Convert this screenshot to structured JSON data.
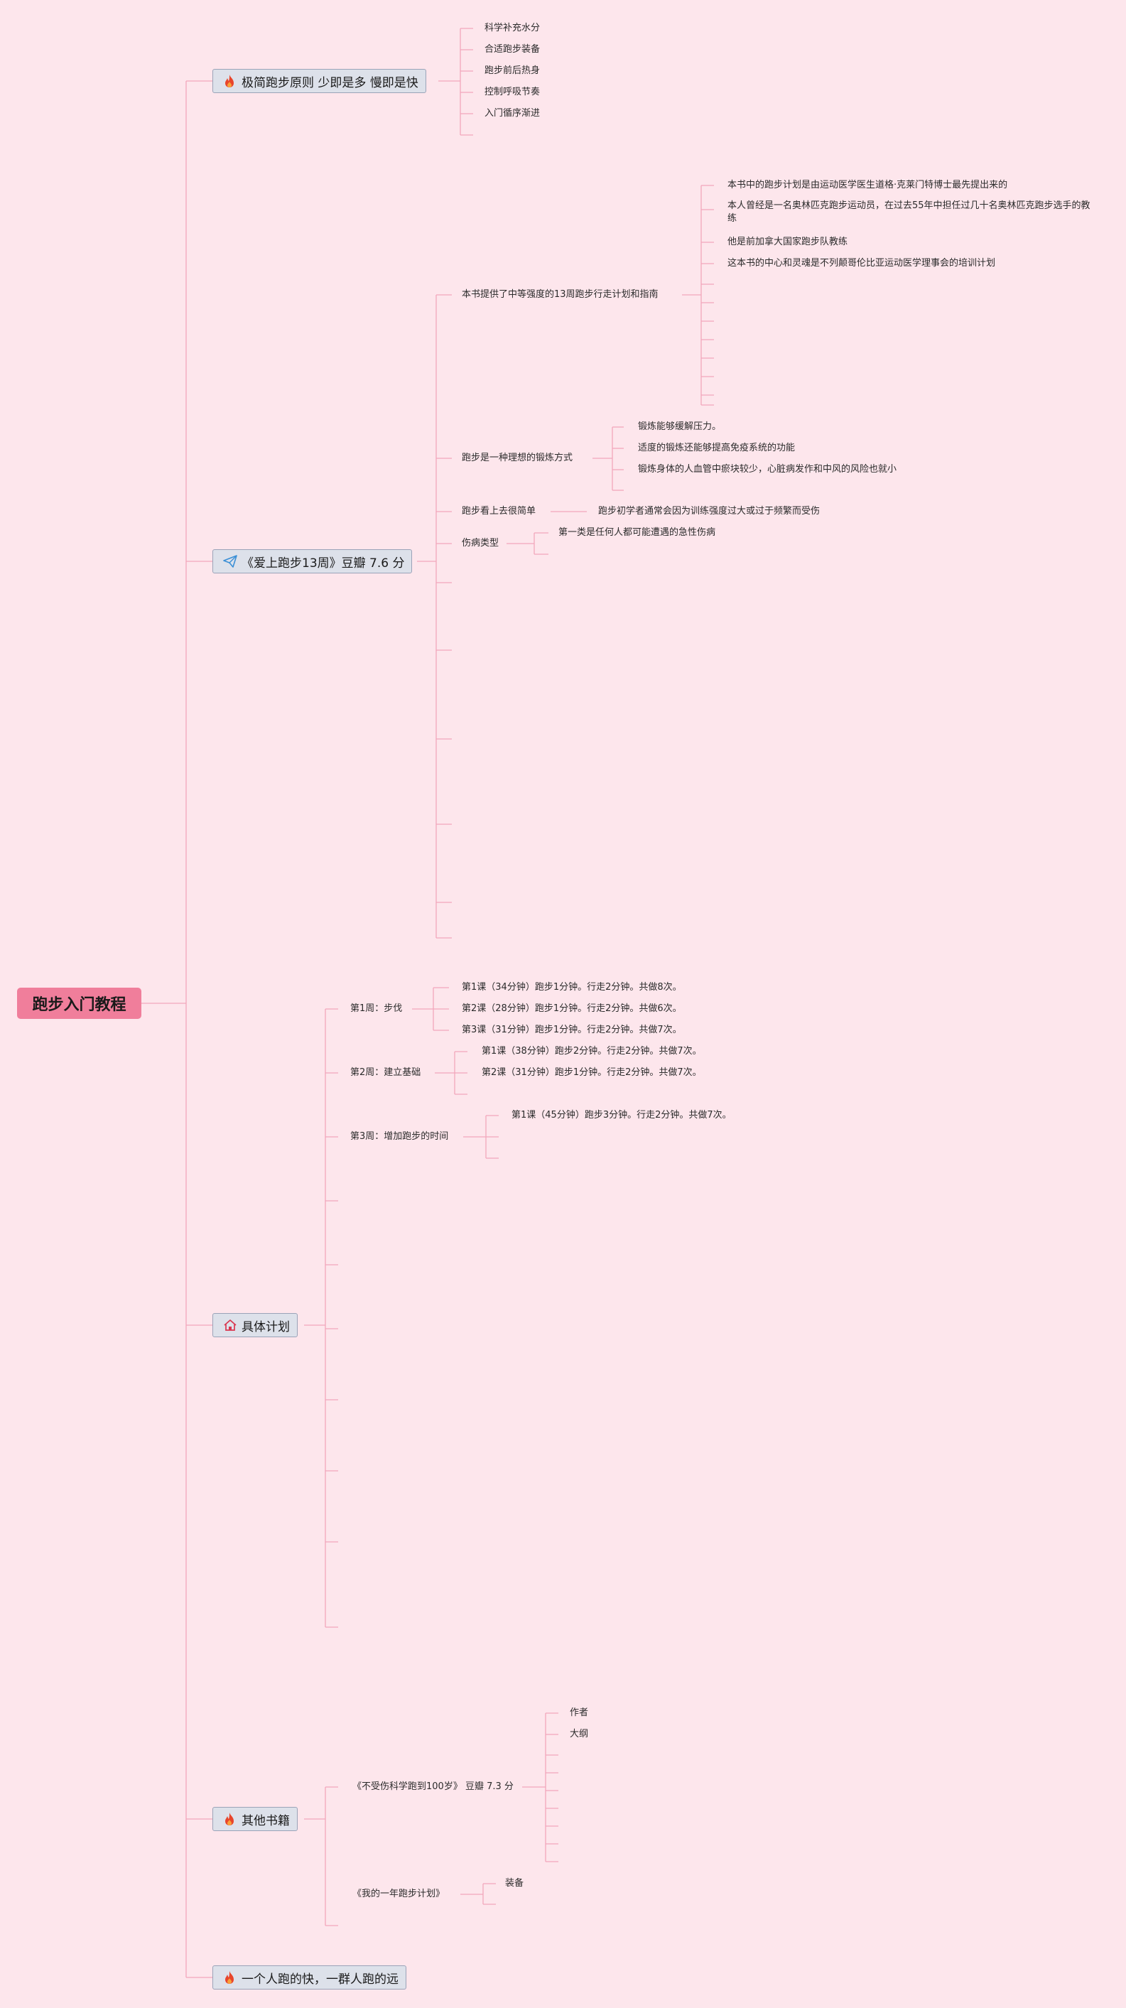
{
  "root": "跑步入门教程",
  "colors": {
    "background": "#fde6ec",
    "root": "#f07e9b",
    "line": "#f2a7bb",
    "topic_bg": "#dde1ea",
    "topic_border": "#9aa3b8"
  },
  "topics": [
    {
      "label": "极简跑步原则 少即是多 慢即是快",
      "icon": "fire-icon",
      "children": [
        "科学补充水分",
        "合适跑步装备",
        "跑步前后热身",
        "控制呼吸节奏",
        "入门循序渐进"
      ]
    },
    {
      "label": "《爱上跑步13周》豆瓣 7.6 分",
      "icon": "paper-plane-icon",
      "children": [
        {
          "label": "本书提供了中等强度的13周跑步行走计划和指南",
          "children": [
            "本书中的跑步计划是由运动医学医生道格·克莱门特博士最先提出来的",
            "本人曾经是一名奥林匹克跑步运动员，在过去55年中担任过几十名奥林匹克跑步选手的教练",
            "他是前加拿大国家跑步队教练",
            "这本书的中心和灵魂是不列颠哥伦比亚运动医学理事会的培训计划"
          ]
        },
        {
          "label": "跑步是一种理想的锻炼方式",
          "children": [
            "锻炼能够缓解压力。",
            "适度的锻炼还能够提高免疫系统的功能",
            "锻炼身体的人血管中瘀块较少，心脏病发作和中风的风险也就小"
          ]
        },
        {
          "label": "跑步看上去很简单",
          "children": [
            "跑步初学者通常会因为训练强度过大或过于频繁而受伤"
          ]
        },
        {
          "label": "伤病类型",
          "children": [
            "第一类是任何人都可能遭遇的急性伤病"
          ]
        }
      ]
    },
    {
      "label": "具体计划",
      "icon": "home-icon",
      "children": [
        {
          "label": "第1周：步伐",
          "children": [
            "第1课（34分钟）跑步1分钟。行走2分钟。共做8次。",
            "第2课（28分钟）跑步1分钟。行走2分钟。共做6次。",
            "第3课（31分钟）跑步1分钟。行走2分钟。共做7次。"
          ]
        },
        {
          "label": "第2周：建立基础",
          "children": [
            "第1课（38分钟）跑步2分钟。行走2分钟。共做7次。",
            "第2课（31分钟）跑步1分钟。行走2分钟。共做7次。"
          ]
        },
        {
          "label": "第3周：增加跑步的时间",
          "children": [
            "第1课（45分钟）跑步3分钟。行走2分钟。共做7次。"
          ]
        }
      ]
    },
    {
      "label": "其他书籍",
      "icon": "fire-icon",
      "children": [
        {
          "label": "《不受伤科学跑到100岁》 豆瓣 7.3 分",
          "children": [
            "作者",
            "大纲"
          ]
        },
        {
          "label": "《我的一年跑步计划》",
          "children": [
            "装备"
          ]
        }
      ]
    },
    {
      "label": "一个人跑的快，一群人跑的远",
      "icon": "fire-icon",
      "children": []
    }
  ]
}
